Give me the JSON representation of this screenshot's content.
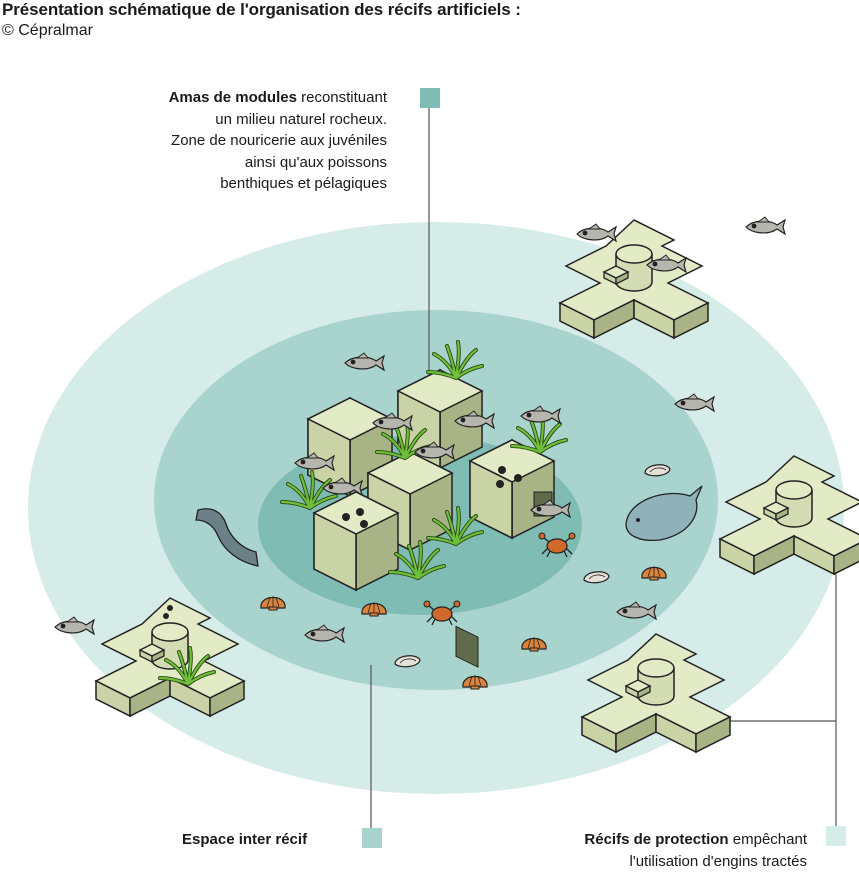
{
  "title": "Présentation schématique de l'organisation des récifs artificiels :",
  "credit": "© Cépralmar",
  "callouts": {
    "amas": {
      "bold": "Amas de modules",
      "rest": " reconstituant",
      "lines": [
        "un milieu naturel rocheux.",
        "Zone de nouricerie aux juvéniles",
        "ainsi qu'aux poissons",
        "benthiques et pélagiques"
      ],
      "color": "#7fbcb3"
    },
    "espace": {
      "bold": "Espace inter récif",
      "color": "#a9d4ce"
    },
    "recifs": {
      "bold": "Récifs de protection",
      "rest": " empêchant",
      "line2": "l'utilisation d'engins tractés",
      "color": "#d6ece8"
    }
  },
  "colors": {
    "outer_zone": "#d6ece8",
    "middle_zone": "#a9d4ce",
    "inner_zone": "#7fbcb3",
    "module_top": "#e3ebc6",
    "module_left": "#c9d3a6",
    "module_right": "#a8b486",
    "fish": "#b7b6ae",
    "seagrass": "#6fbf3a",
    "scallop": "#d9843a",
    "crab": "#d06a2a",
    "flatfish": "#8fb1b9",
    "eel": "#6c8088"
  }
}
